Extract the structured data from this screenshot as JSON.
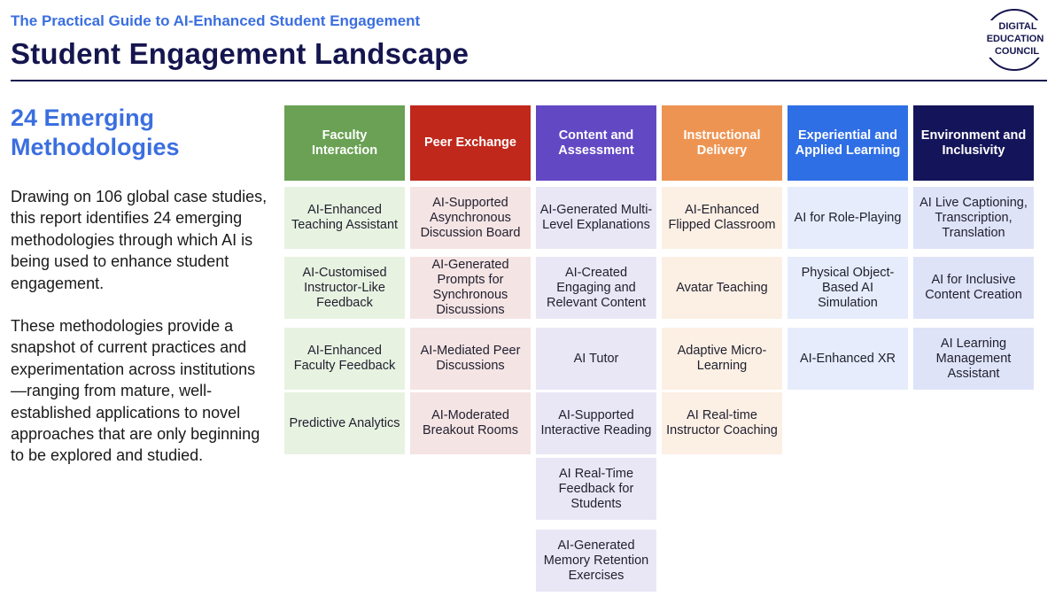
{
  "header": {
    "kicker": "The Practical Guide to AI-Enhanced Student Engagement",
    "title": "Student Engagement Landscape"
  },
  "logo": {
    "lines": [
      "DIGITAL",
      "EDUCATION",
      "COUNCIL"
    ]
  },
  "sidebar": {
    "subhead": "24 Emerging Methodologies",
    "paragraph1": "Drawing on 106 global case studies, this report identifies 24 emerging methodologies through which AI is being used to enhance student engagement.",
    "paragraph2": "These methodologies provide a snapshot of current practices and experimentation across institutions—ranging from mature, well-established applications to novel approaches that are only beginning to be explored and studied."
  },
  "colors": {
    "title_navy": "#15154f",
    "accent_blue": "#3b6fe0"
  },
  "categories": [
    {
      "id": "faculty",
      "label": "Faculty Interaction",
      "header_color": "#6aa154",
      "cell_color": "#e8f2e1",
      "items": [
        "AI-Enhanced Teaching Assistant",
        "AI-Customised Instructor-Like Feedback",
        "AI-Enhanced Faculty Feedback",
        "Predictive Analytics"
      ]
    },
    {
      "id": "peer",
      "label": "Peer Exchange",
      "header_color": "#c0281c",
      "cell_color": "#f5e4e4",
      "items": [
        "AI-Supported Asynchronous Discussion Board",
        "AI-Generated Prompts for Synchronous Discussions",
        "AI-Mediated Peer Discussions",
        "AI-Moderated Breakout Rooms"
      ]
    },
    {
      "id": "content",
      "label": "Content and Assessment",
      "header_color": "#6348c4",
      "cell_color": "#e9e7f6",
      "items": [
        "AI-Generated Multi-Level Explanations",
        "AI-Created Engaging and Relevant Content",
        "AI Tutor",
        "AI-Supported Interactive Reading",
        "AI Real-Time Feedback for Students",
        "AI-Generated Memory Retention Exercises"
      ]
    },
    {
      "id": "instructional",
      "label": "Instructional Delivery",
      "header_color": "#ee9452",
      "cell_color": "#fcefe4",
      "items": [
        "AI-Enhanced Flipped Classroom",
        "Avatar Teaching",
        "Adaptive Micro-Learning",
        "AI Real-time Instructor Coaching"
      ]
    },
    {
      "id": "experiential",
      "label": "Experiential and Applied Learning",
      "header_color": "#2f6fe6",
      "cell_color": "#e6ecfb",
      "items": [
        "AI for Role-Playing",
        "Physical Object-Based AI Simulation",
        "AI-Enhanced XR"
      ]
    },
    {
      "id": "environment",
      "label": "Environment and Inclusivity",
      "header_color": "#14145a",
      "cell_color": "#dfe3f8",
      "items": [
        "AI Live Captioning, Transcription, Translation",
        "AI for Inclusive Content Creation",
        "AI Learning Management Assistant"
      ]
    }
  ]
}
